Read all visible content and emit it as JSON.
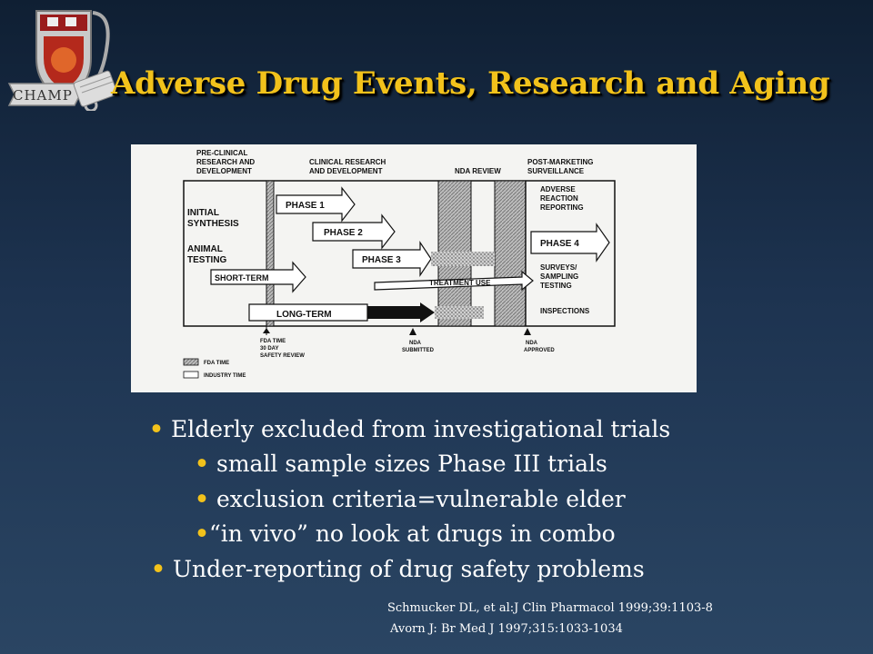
{
  "logo": {
    "text": "CHAMP"
  },
  "title": "Adverse Drug Events, Research and Aging",
  "diagram": {
    "headers": {
      "preclinical": [
        "PRE-CLINICAL",
        "RESEARCH AND",
        "DEVELOPMENT"
      ],
      "clinical": [
        "CLINICAL RESEARCH",
        "AND DEVELOPMENT"
      ],
      "nda_review": "NDA REVIEW",
      "post_marketing": [
        "POST-MARKETING",
        "SURVEILLANCE"
      ]
    },
    "left_labels": [
      "INITIAL",
      "SYNTHESIS",
      "ANIMAL",
      "TESTING"
    ],
    "phases": [
      "PHASE 1",
      "PHASE 2",
      "PHASE 3",
      "PHASE 4"
    ],
    "short_term": "SHORT-TERM",
    "long_term": "LONG-TERM",
    "treatment_use": "TREATMENT USE",
    "post_labels": {
      "adverse": [
        "ADVERSE",
        "REACTION",
        "REPORTING"
      ],
      "surveys": [
        "SURVEYS/",
        "SAMPLING",
        "TESTING"
      ],
      "inspections": "INSPECTIONS"
    },
    "markers": {
      "fda_time": [
        "FDA TIME",
        "30 DAY",
        "SAFETY REVIEW"
      ],
      "nda_submitted": [
        "NDA",
        "SUBMITTED"
      ],
      "nda_approved": [
        "NDA",
        "APPROVED"
      ]
    },
    "legend": {
      "fda": "FDA TIME",
      "industry": "INDUSTRY TIME"
    }
  },
  "bullets": [
    "Elderly excluded from investigational trials",
    "small sample sizes Phase III trials",
    "exclusion criteria=vulnerable elder",
    "“in vivo”  no look at drugs in combo",
    "Under-reporting of drug safety problems"
  ],
  "bullet_marker": "•",
  "references": [
    "Schmucker DL, et al:J Clin Pharmacol 1999;39:1103-8",
    "Avorn J: Br Med J 1997;315:1033-1034"
  ],
  "colors": {
    "title": "#f2c21b",
    "background_top": "#0f1f33",
    "background_bottom": "#2a4563"
  }
}
